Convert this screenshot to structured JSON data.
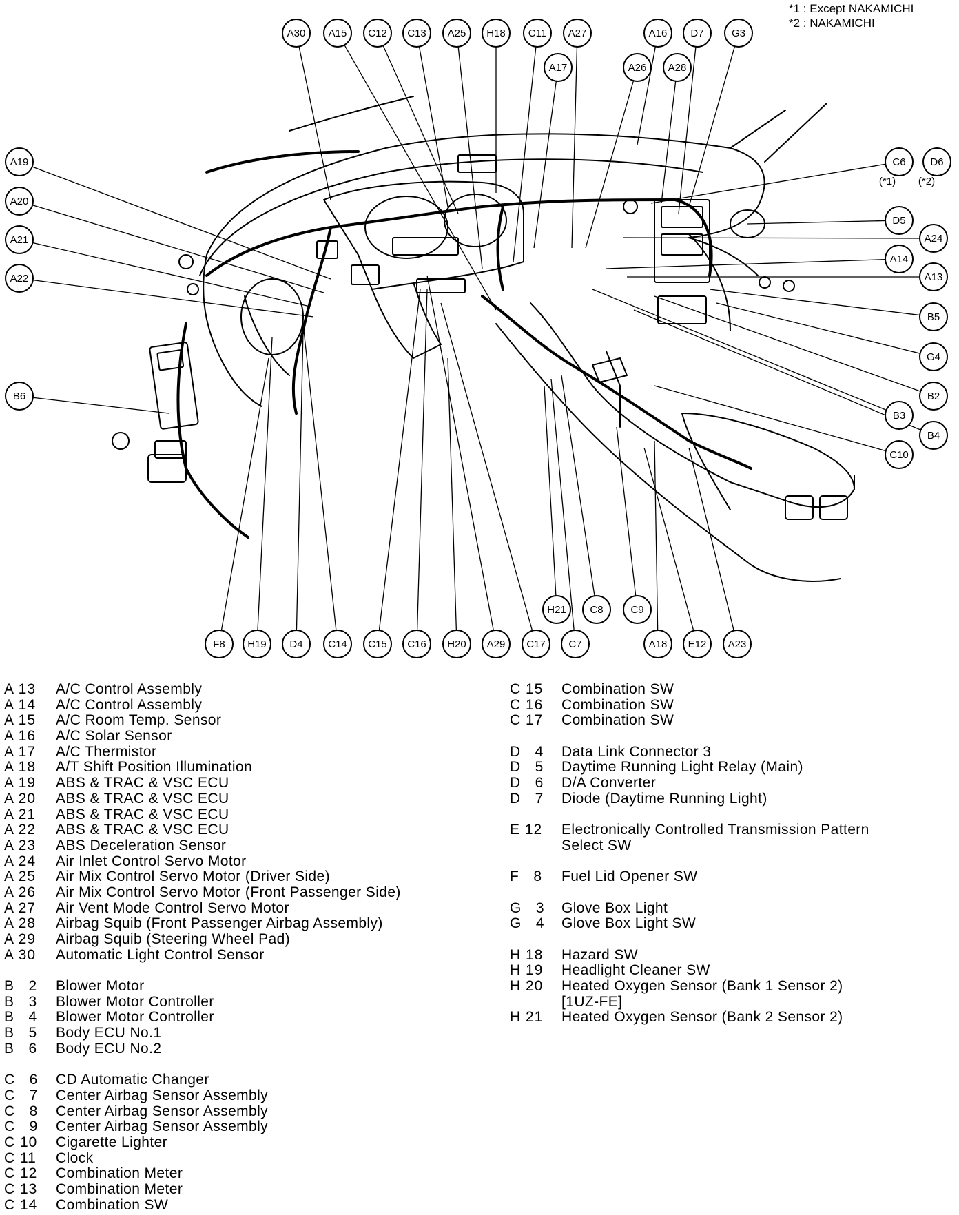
{
  "notes": [
    "*1 : Except NAKAMICHI",
    "*2 : NAKAMICHI"
  ],
  "callouts": [
    {
      "id": "a30",
      "label": "A30"
    },
    {
      "id": "a15",
      "label": "A15"
    },
    {
      "id": "c12",
      "label": "C12"
    },
    {
      "id": "c13",
      "label": "C13"
    },
    {
      "id": "a25",
      "label": "A25"
    },
    {
      "id": "h18",
      "label": "H18"
    },
    {
      "id": "c11",
      "label": "C11"
    },
    {
      "id": "a27",
      "label": "A27"
    },
    {
      "id": "a16",
      "label": "A16"
    },
    {
      "id": "d7",
      "label": "D7"
    },
    {
      "id": "g3",
      "label": "G3"
    },
    {
      "id": "a17",
      "label": "A17"
    },
    {
      "id": "a26",
      "label": "A26"
    },
    {
      "id": "a28",
      "label": "A28"
    },
    {
      "id": "a19",
      "label": "A19"
    },
    {
      "id": "a20",
      "label": "A20"
    },
    {
      "id": "a21",
      "label": "A21"
    },
    {
      "id": "a22",
      "label": "A22"
    },
    {
      "id": "b6",
      "label": "B6"
    },
    {
      "id": "c6",
      "label": "C6"
    },
    {
      "id": "d6",
      "label": "D6"
    },
    {
      "id": "d5",
      "label": "D5"
    },
    {
      "id": "a24",
      "label": "A24"
    },
    {
      "id": "a14",
      "label": "A14"
    },
    {
      "id": "a13",
      "label": "A13"
    },
    {
      "id": "b5",
      "label": "B5"
    },
    {
      "id": "g4",
      "label": "G4"
    },
    {
      "id": "b2",
      "label": "B2"
    },
    {
      "id": "b3",
      "label": "B3"
    },
    {
      "id": "b4",
      "label": "B4"
    },
    {
      "id": "c10",
      "label": "C10"
    },
    {
      "id": "h21",
      "label": "H21"
    },
    {
      "id": "c8",
      "label": "C8"
    },
    {
      "id": "c9",
      "label": "C9"
    },
    {
      "id": "f8",
      "label": "F8"
    },
    {
      "id": "h19",
      "label": "H19"
    },
    {
      "id": "d4",
      "label": "D4"
    },
    {
      "id": "c14",
      "label": "C14"
    },
    {
      "id": "c15",
      "label": "C15"
    },
    {
      "id": "c16",
      "label": "C16"
    },
    {
      "id": "h20",
      "label": "H20"
    },
    {
      "id": "a29",
      "label": "A29"
    },
    {
      "id": "c17",
      "label": "C17"
    },
    {
      "id": "c7",
      "label": "C7"
    },
    {
      "id": "a18",
      "label": "A18"
    },
    {
      "id": "e12",
      "label": "E12"
    },
    {
      "id": "a23",
      "label": "A23"
    }
  ],
  "footnote_tags": {
    "c6": "(*1)",
    "d6": "(*2)"
  },
  "legend_left": [
    {
      "code": "A 13",
      "desc": "A/C Control Assembly"
    },
    {
      "code": "A 14",
      "desc": "A/C Control Assembly"
    },
    {
      "code": "A 15",
      "desc": "A/C Room Temp. Sensor"
    },
    {
      "code": "A 16",
      "desc": "A/C Solar Sensor"
    },
    {
      "code": "A 17",
      "desc": "A/C Thermistor"
    },
    {
      "code": "A 18",
      "desc": "A/T Shift Position Illumination"
    },
    {
      "code": "A 19",
      "desc": "ABS & TRAC & VSC ECU"
    },
    {
      "code": "A 20",
      "desc": "ABS & TRAC & VSC ECU"
    },
    {
      "code": "A 21",
      "desc": "ABS & TRAC & VSC ECU"
    },
    {
      "code": "A 22",
      "desc": "ABS & TRAC & VSC ECU"
    },
    {
      "code": "A 23",
      "desc": "ABS Deceleration Sensor"
    },
    {
      "code": "A 24",
      "desc": "Air Inlet Control Servo Motor"
    },
    {
      "code": "A 25",
      "desc": "Air Mix Control Servo Motor (Driver Side)"
    },
    {
      "code": "A 26",
      "desc": "Air Mix Control Servo Motor (Front Passenger Side)"
    },
    {
      "code": "A 27",
      "desc": "Air Vent Mode Control Servo Motor"
    },
    {
      "code": "A 28",
      "desc": "Airbag Squib (Front Passenger Airbag Assembly)"
    },
    {
      "code": "A 29",
      "desc": "Airbag Squib (Steering Wheel Pad)"
    },
    {
      "code": "A 30",
      "desc": "Automatic Light Control Sensor"
    },
    {
      "code": "B   2",
      "desc": "Blower Motor",
      "gap": true
    },
    {
      "code": "B   3",
      "desc": "Blower Motor Controller"
    },
    {
      "code": "B   4",
      "desc": "Blower Motor Controller"
    },
    {
      "code": "B   5",
      "desc": "Body ECU No.1"
    },
    {
      "code": "B   6",
      "desc": "Body ECU No.2"
    },
    {
      "code": "C   6",
      "desc": "CD Automatic Changer",
      "gap": true
    },
    {
      "code": "C   7",
      "desc": "Center Airbag Sensor Assembly"
    },
    {
      "code": "C   8",
      "desc": "Center Airbag Sensor Assembly"
    },
    {
      "code": "C   9",
      "desc": "Center Airbag Sensor Assembly"
    },
    {
      "code": "C 10",
      "desc": "Cigarette Lighter"
    },
    {
      "code": "C 11",
      "desc": "Clock"
    },
    {
      "code": "C 12",
      "desc": "Combination Meter"
    },
    {
      "code": "C 13",
      "desc": "Combination Meter"
    },
    {
      "code": "C 14",
      "desc": "Combination SW"
    }
  ],
  "legend_right": [
    {
      "code": "C 15",
      "desc": "Combination SW"
    },
    {
      "code": "C 16",
      "desc": "Combination SW"
    },
    {
      "code": "C 17",
      "desc": "Combination SW"
    },
    {
      "code": "D   4",
      "desc": "Data Link Connector 3",
      "gap": true
    },
    {
      "code": "D   5",
      "desc": "Daytime Running Light Relay (Main)"
    },
    {
      "code": "D   6",
      "desc": "D/A Converter"
    },
    {
      "code": "D   7",
      "desc": "Diode (Daytime Running Light)"
    },
    {
      "code": "E 12",
      "desc": "Electronically Controlled Transmission Pattern",
      "gap": true
    },
    {
      "code": "",
      "desc": "Select SW"
    },
    {
      "code": "F   8",
      "desc": "Fuel Lid Opener SW",
      "gap": true
    },
    {
      "code": "G   3",
      "desc": "Glove Box Light",
      "gap": true
    },
    {
      "code": "G   4",
      "desc": "Glove Box Light SW"
    },
    {
      "code": "H 18",
      "desc": "Hazard SW",
      "gap": true
    },
    {
      "code": "H 19",
      "desc": "Headlight Cleaner SW"
    },
    {
      "code": "H 20",
      "desc": "Heated Oxygen Sensor (Bank 1 Sensor 2)"
    },
    {
      "code": "",
      "desc": "[1UZ-FE]"
    },
    {
      "code": "H 21",
      "desc": "Heated Oxygen Sensor (Bank 2 Sensor 2)"
    }
  ]
}
